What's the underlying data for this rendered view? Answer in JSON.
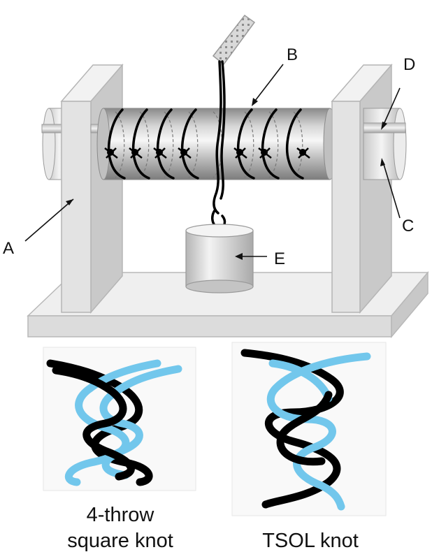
{
  "labels": {
    "a": "A",
    "b": "B",
    "c": "C",
    "d": "D",
    "e": "E"
  },
  "captions": {
    "square_line1": "4-throw",
    "square_line2": "square knot",
    "tsol": "TSOL knot"
  },
  "colors": {
    "frame": "#e4e4e4",
    "frame_edge": "#b8b8b8",
    "cylinder_mid": "#d8d8d8",
    "cylinder_dark": "#8e8e8e",
    "suture": "#000000",
    "suture_blue": "#72c7ec",
    "weight": "#dedede"
  }
}
